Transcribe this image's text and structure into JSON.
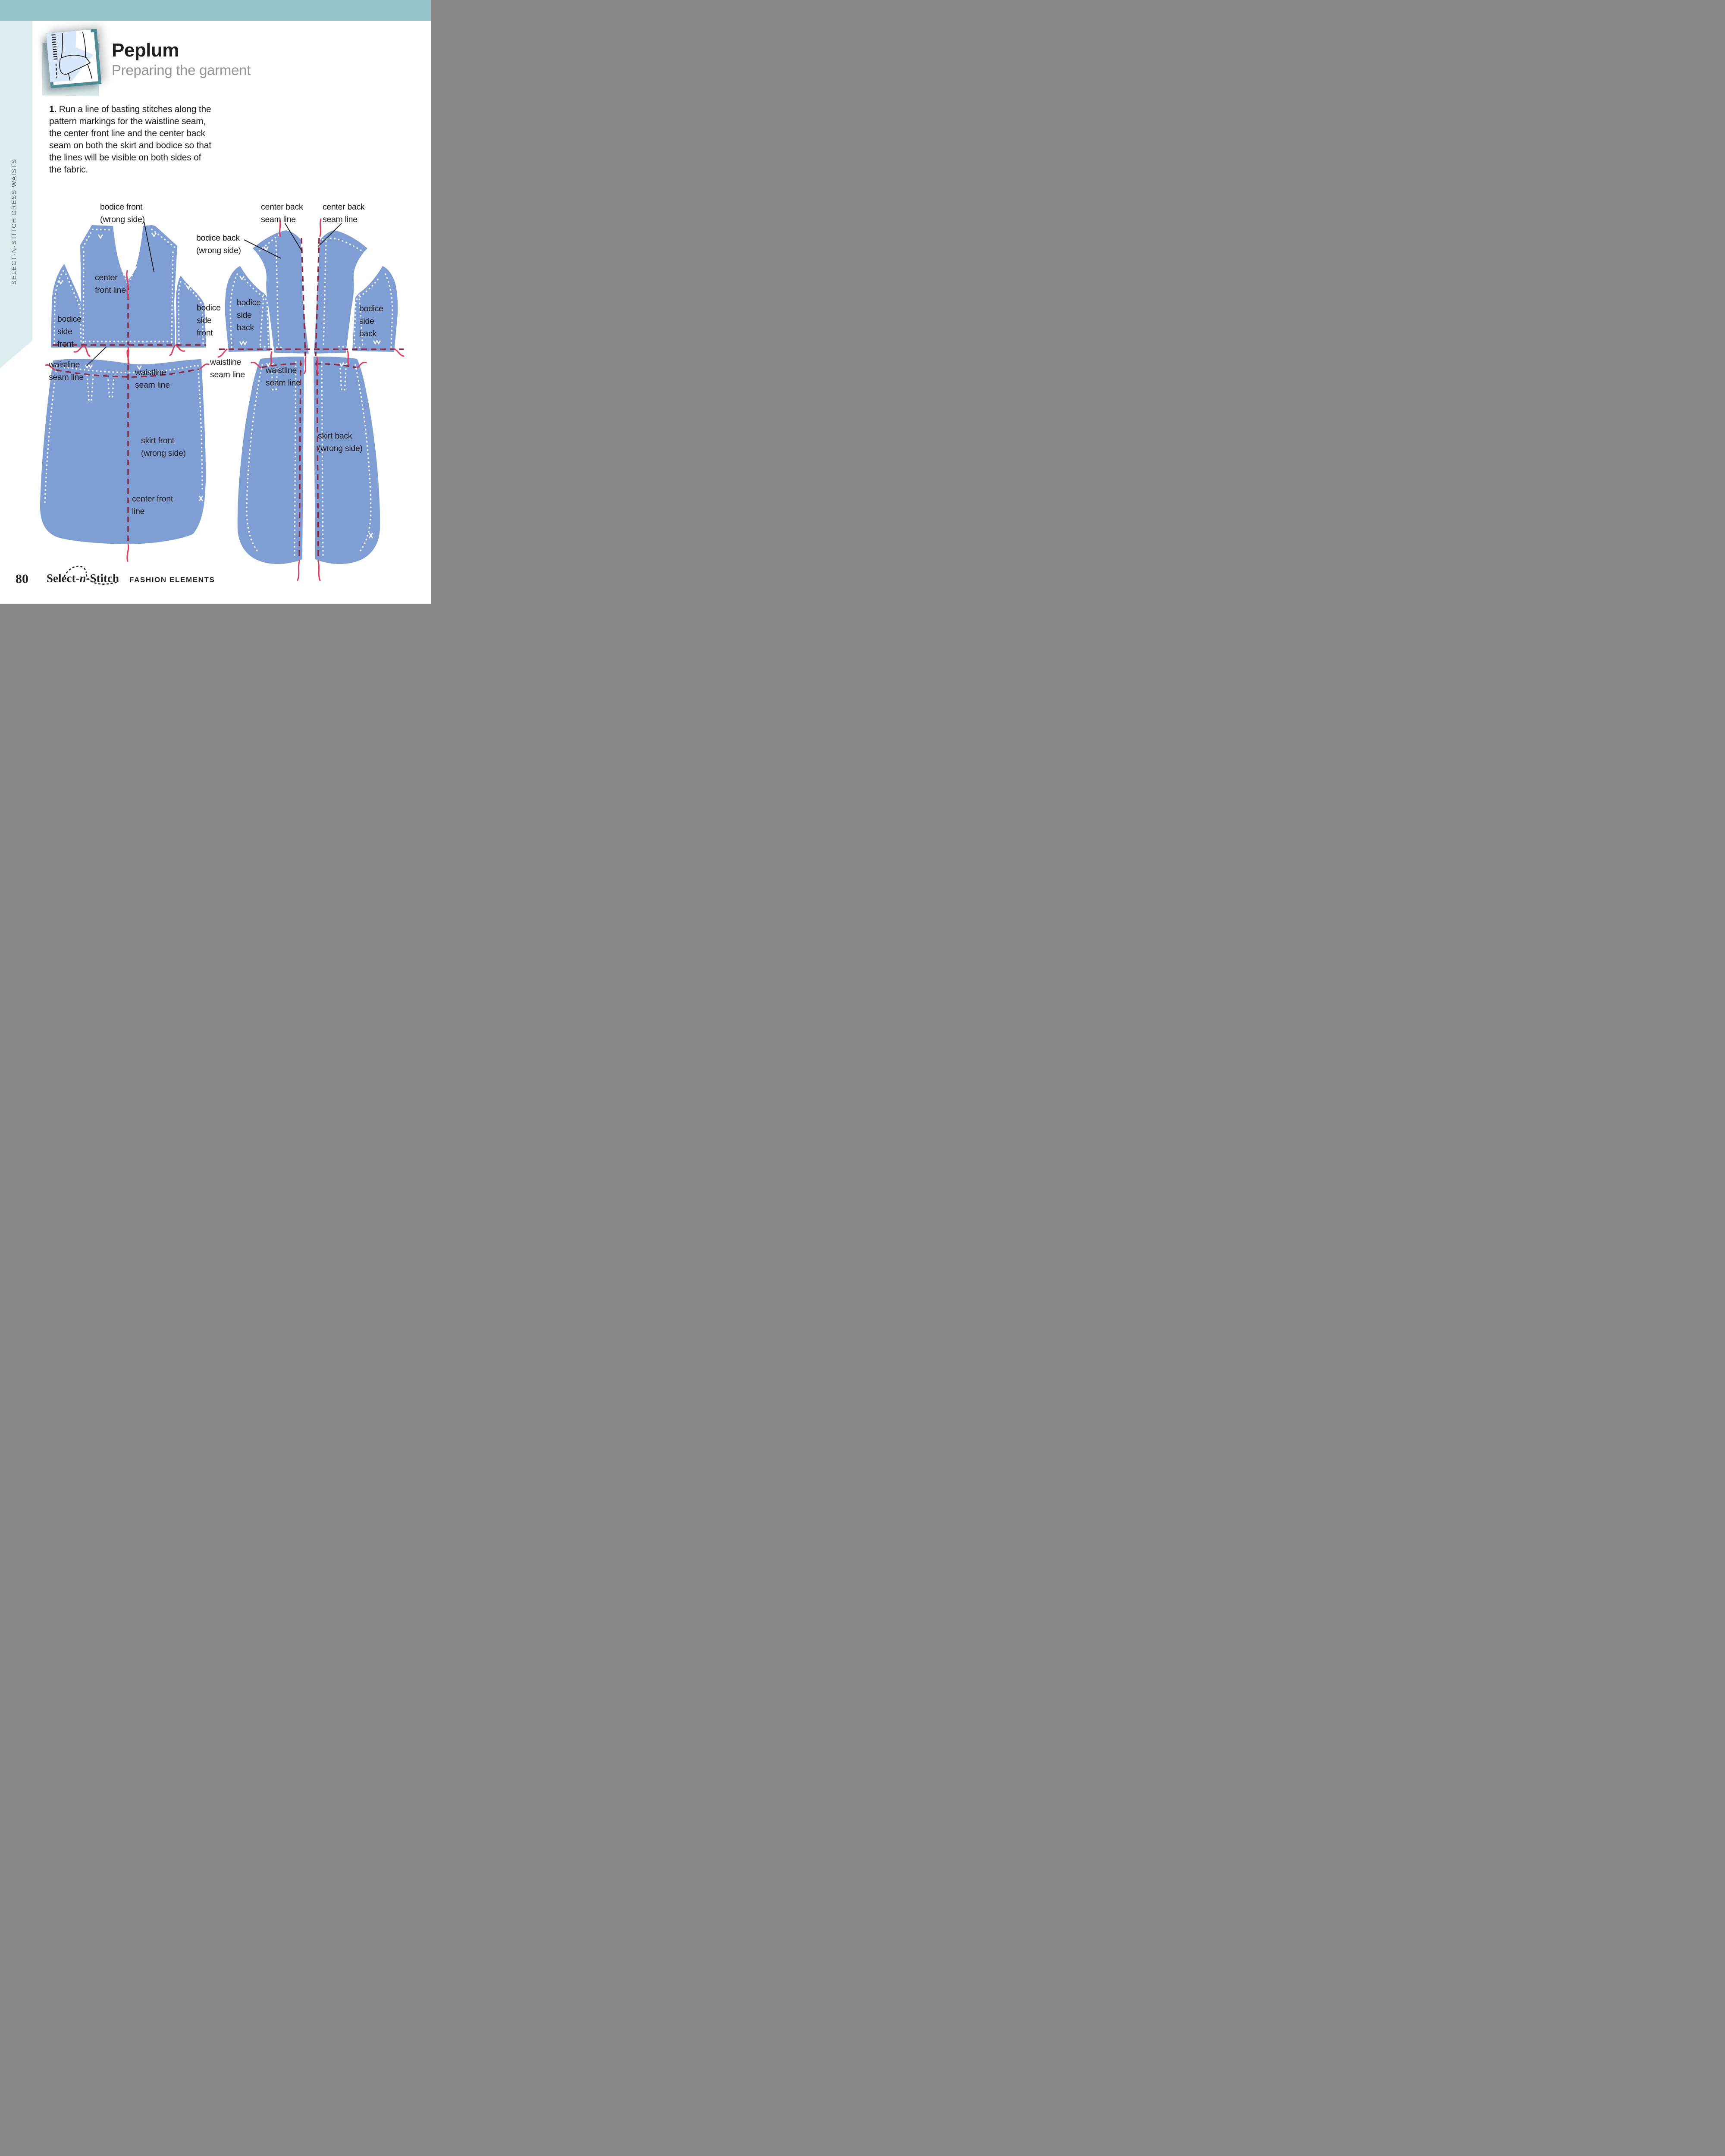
{
  "colors": {
    "top_band": "#98c5cc",
    "sidebar": "#dcecef",
    "fabric_blue": "#7f9ed4",
    "fabric_blue_light": "#8aa7d8",
    "basting_maroon": "#8d2a42",
    "thread_red": "#e23c5e",
    "frame_teal": "#4e8d97",
    "title_black": "#221f20",
    "subtitle_gray": "#949699"
  },
  "sidebar": {
    "vertical_label": "SELECT·N·STITCH DRESS WAISTS"
  },
  "header": {
    "title": "Peplum",
    "subtitle": "Preparing the garment"
  },
  "step": {
    "number": "1.",
    "text": " Run a line of basting stitches along the pattern markings for the waistline seam, the center front line and the center back seam on both the skirt and bodice so that the lines will be visible on both sides of the fabric."
  },
  "diagram": {
    "labels": {
      "bodice_front": {
        "l1": "bodice front",
        "l2": "(wrong side)"
      },
      "center_back_left": {
        "l1": "center back",
        "l2": "seam line"
      },
      "center_back_right": {
        "l1": "center back",
        "l2": "seam line"
      },
      "bodice_back": {
        "l1": "bodice back",
        "l2": "(wrong side)"
      },
      "center_front_bodice": {
        "l1": "center",
        "l2": "front line"
      },
      "bodice_side_front_left": {
        "l1": "bodice",
        "l2": "side",
        "l3": "front"
      },
      "bodice_side_front_right": {
        "l1": "bodice",
        "l2": "side",
        "l3": "front"
      },
      "bodice_side_back_left": {
        "l1": "bodice",
        "l2": "side",
        "l3": "back"
      },
      "bodice_side_back_right": {
        "l1": "bodice",
        "l2": "side",
        "l3": "back"
      },
      "waistline_front_left": {
        "l1": "waistline",
        "l2": "seam line"
      },
      "waistline_front_skirt": {
        "l1": "waistline",
        "l2": "seam line"
      },
      "waistline_back_left": {
        "l1": "waistline",
        "l2": "seam line"
      },
      "waistline_back_skirt": {
        "l1": "waistline",
        "l2": "seam line"
      },
      "skirt_front": {
        "l1": "skirt front",
        "l2": "(wrong side)"
      },
      "skirt_back": {
        "l1": "skirt back",
        "l2": "(wrong side)"
      },
      "center_front_skirt": {
        "l1": "center front",
        "l2": "line"
      }
    }
  },
  "footer": {
    "page_number": "80",
    "logo_part1": "Select-",
    "logo_part2": "n",
    "logo_part3": "-Stitch",
    "logo_suffix": "FASHION ELEMENTS"
  }
}
